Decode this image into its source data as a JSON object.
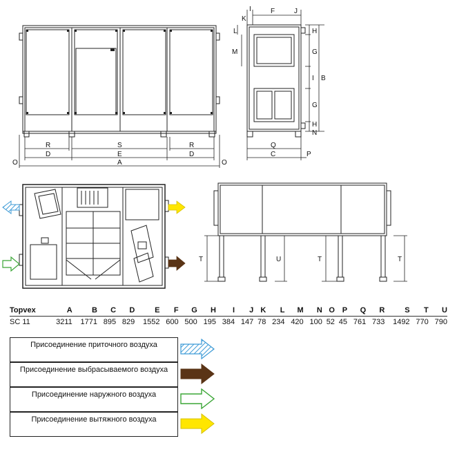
{
  "drawing": {
    "top_dims": {
      "R": "R",
      "S": "S",
      "D": "D",
      "E": "E",
      "A": "A",
      "O": "O"
    },
    "side_dims": {
      "I": "I",
      "F": "F",
      "J": "J",
      "K": "K",
      "L": "L",
      "M": "M",
      "H": "H",
      "G": "G",
      "B": "B",
      "N": "N",
      "Q": "Q",
      "C": "C",
      "P": "P"
    },
    "leg_dims": {
      "T": "T",
      "U": "U"
    }
  },
  "table": {
    "headers": [
      "Topvex",
      "A",
      "B",
      "C",
      "D",
      "E",
      "F",
      "G",
      "H",
      "I",
      "J",
      "K",
      "L",
      "M",
      "N",
      "O",
      "P",
      "Q",
      "R",
      "S",
      "T",
      "U"
    ],
    "rows": [
      [
        "SC 11",
        "3211",
        "1771",
        "895",
        "829",
        "1552",
        "600",
        "500",
        "195",
        "384",
        "147",
        "78",
        "234",
        "420",
        "100",
        "52",
        "45",
        "761",
        "733",
        "1492",
        "770",
        "790"
      ]
    ]
  },
  "legend": [
    {
      "label": "Присоединение приточного воздуха",
      "style": "hatched-blue",
      "color": "#3c9ad6"
    },
    {
      "label": "Присоединение выбрасываемого воздуха",
      "style": "solid-brown",
      "color": "#5a3416"
    },
    {
      "label": "Присоединение наружного воздуха",
      "style": "outline-green",
      "color": "#3aa535"
    },
    {
      "label": "Присоединение вытяжного воздуха",
      "style": "solid-yellow",
      "color": "#ffe600"
    }
  ]
}
